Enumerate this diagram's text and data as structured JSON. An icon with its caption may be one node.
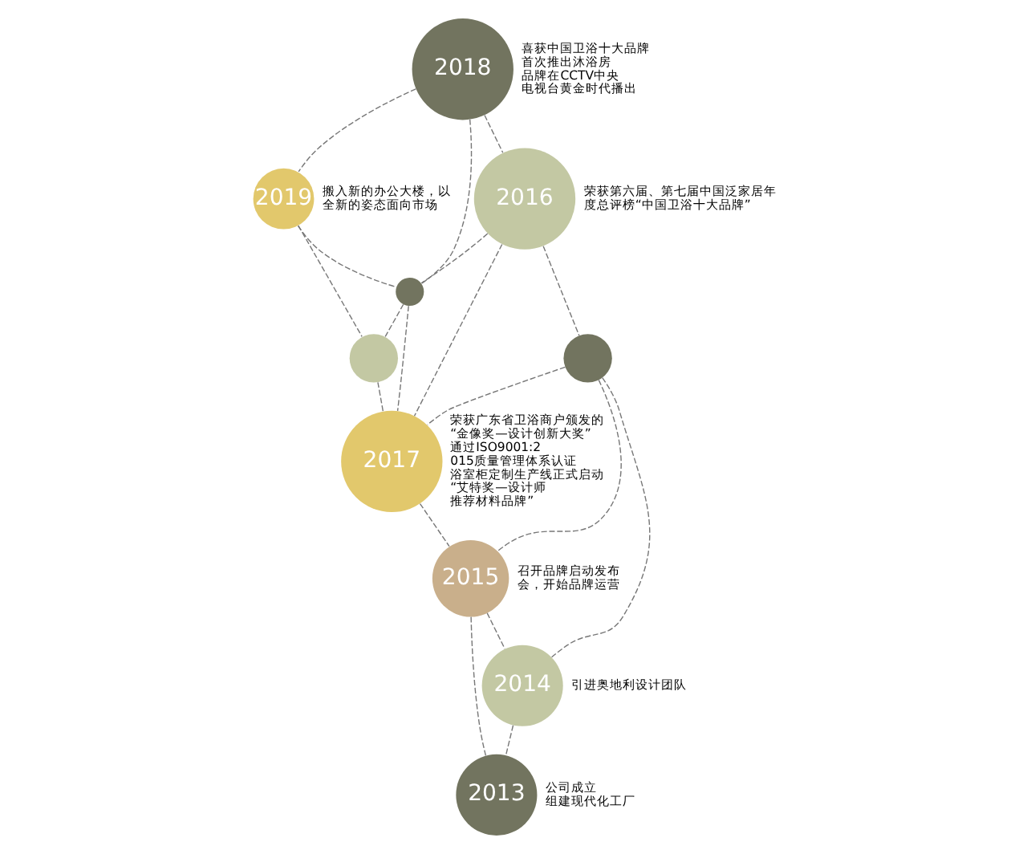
{
  "diagram": {
    "nodes": [
      {
        "text": [
          "2018"
        ],
        "beside": [
          "喜获中国卫浴十大品牌",
          "首次推出沐浴房",
          "品牌在CCTV中央电视台黄金时代播出"
        ]
      },
      {
        "text": [
          "2019"
        ],
        "beside": [
          "搬入新的办公大楼，以全新的姿态面向市场"
        ]
      },
      {
        "text": [
          "2016"
        ],
        "beside": [
          "荣获第六届、第七届中国泛家居年度总评榜“中国卫浴十大品牌”"
        ]
      },
      {
        "text": [],
        "shape": "circle"
      },
      {
        "text": [],
        "shape": "circle"
      },
      {
        "text": [],
        "shape": "circle"
      },
      {
        "text": [
          "2017"
        ],
        "beside": [
          "荣获广东省卫浴商户颁发的“金像奖—设计创新大奖”",
          "通过ISO9001:2015质量管理体系认证",
          "浴室柜定制生产线正式启动",
          "“艾特奖—设计师推荐材料品牌”"
        ]
      },
      {
        "text": [
          "2015"
        ],
        "beside": [
          "召开品牌启动发布会，开始品牌运营"
        ]
      },
      {
        "text": [
          "2014"
        ],
        "beside": [
          "引进奥地利设计团队"
        ]
      },
      {
        "text": [
          "2013"
        ],
        "beside": [
          "公司成立",
          "组建现代化工厂"
        ]
      }
    ],
    "edges": [
      {
        "from": 0,
        "to": 2,
        "arrow": "none",
        "style": "dashed"
      },
      {
        "from": 0,
        "to": 3,
        "arrow": "none",
        "style": "dashed"
      },
      {
        "from": 0,
        "to": 1,
        "arrow": "none",
        "style": "dashed"
      },
      {
        "from": 1,
        "to": 3,
        "arrow": "none",
        "style": "dashed"
      },
      {
        "from": 1,
        "to": 4,
        "arrow": "none",
        "style": "dashed"
      },
      {
        "from": 2,
        "to": 3,
        "arrow": "none",
        "style": "dashed"
      },
      {
        "from": 3,
        "to": 4,
        "arrow": "none",
        "style": "dashed"
      },
      {
        "from": 3,
        "to": 6,
        "arrow": "none",
        "style": "dashed"
      },
      {
        "from": 2,
        "to": 5,
        "arrow": "none",
        "style": "dashed"
      },
      {
        "from": 2,
        "to": 6,
        "arrow": "none",
        "style": "dashed"
      },
      {
        "from": 5,
        "to": 6,
        "arrow": "none",
        "style": "dashed"
      },
      {
        "from": 5,
        "to": 8,
        "arrow": "none",
        "style": "dashed"
      },
      {
        "from": 5,
        "to": 7,
        "arrow": "none",
        "style": "dashed"
      },
      {
        "from": 4,
        "to": 6,
        "arrow": "none",
        "style": "dashed"
      },
      {
        "from": 6,
        "to": 7,
        "arrow": "none",
        "style": "dashed"
      },
      {
        "from": 7,
        "to": 8,
        "arrow": "none",
        "style": "dashed"
      },
      {
        "from": 7,
        "to": 9,
        "arrow": "none",
        "style": "dashed"
      },
      {
        "from": 8,
        "to": 9,
        "arrow": "none",
        "style": "dashed"
      }
    ]
  }
}
